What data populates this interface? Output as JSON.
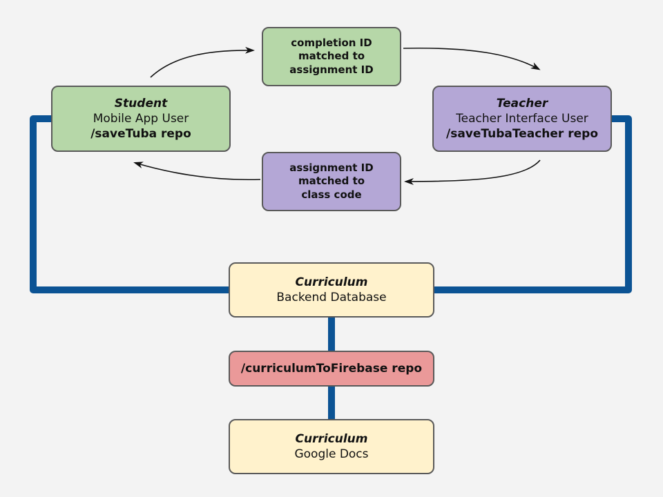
{
  "colors": {
    "background": "#f3f3f3",
    "connector_blue": "#0b5394",
    "green_box": "#b6d7a8",
    "purple_box": "#b4a7d6",
    "yellow_box": "#fff2cc",
    "red_box": "#ea9999",
    "border": "#595959",
    "arrow": "#111111"
  },
  "nodes": {
    "student": {
      "title": "Student",
      "subtitle": "Mobile App User",
      "repo": "/saveTuba repo"
    },
    "teacher": {
      "title": "Teacher",
      "subtitle": "Teacher Interface User",
      "repo": "/saveTubaTeacher repo"
    },
    "completion_match": {
      "line1": "completion ID",
      "line2": "matched to",
      "line3": "assignment ID"
    },
    "assignment_match": {
      "line1": "assignment ID",
      "line2": "matched to",
      "line3": "class code"
    },
    "curriculum_backend": {
      "title": "Curriculum",
      "subtitle": "Backend Database"
    },
    "curriculum_repo": {
      "label": "/curriculumToFirebase repo"
    },
    "curriculum_docs": {
      "title": "Curriculum",
      "subtitle": "Google Docs"
    }
  }
}
